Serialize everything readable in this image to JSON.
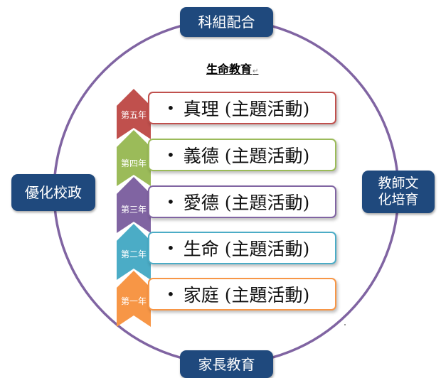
{
  "diagram": {
    "title": "生命教育",
    "outer_nodes": {
      "top": "科組配合",
      "left": "優化校政",
      "right": "教師文化培育",
      "bottom": "家長教育"
    },
    "levels": [
      {
        "grade": "第五年",
        "label": "真理 (主題活動)",
        "color": "#c0504d"
      },
      {
        "grade": "第四年",
        "label": "義德 (主題活動)",
        "color": "#9bbb59"
      },
      {
        "grade": "第三年",
        "label": "愛德 (主題活動)",
        "color": "#8064a2"
      },
      {
        "grade": "第二年",
        "label": "生命 (主題活動)",
        "color": "#4bacc6"
      },
      {
        "grade": "第一年",
        "label": "家庭 (主題活動)",
        "color": "#f79646"
      }
    ],
    "circle_color": "#8064a2",
    "node_color": "#1f497d"
  }
}
